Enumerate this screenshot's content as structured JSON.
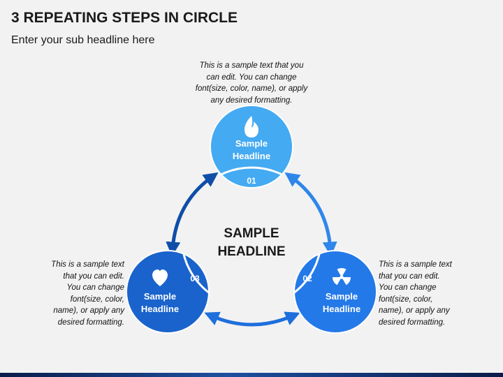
{
  "header": {
    "title": "3 REPEATING STEPS IN CIRCLE",
    "subtitle": "Enter your sub headline here"
  },
  "center": {
    "line1": "SAMPLE",
    "line2": "HEADLINE"
  },
  "colors": {
    "step1": "#44aaf1",
    "step2": "#2479e8",
    "step3": "#1a63cc",
    "arrow_dark": "#0e4ea8",
    "arrow_light": "#2f86ea"
  },
  "steps": [
    {
      "number": "01",
      "label_line1": "Sample",
      "label_line2": "Headline",
      "icon": "flame-icon",
      "description": [
        "This is a sample text that you",
        "can edit. You can change",
        "font(size, color, name), or apply",
        "any desired formatting."
      ]
    },
    {
      "number": "02",
      "label_line1": "Sample",
      "label_line2": "Headline",
      "icon": "radiation-icon",
      "description": [
        "This is a sample text",
        "that you can edit.",
        "You can change",
        "font(size, color,",
        "name), or apply any",
        "desired formatting."
      ]
    },
    {
      "number": "03",
      "label_line1": "Sample",
      "label_line2": "Headline",
      "icon": "heart-icon",
      "description": [
        "This is a sample text",
        "that you can edit.",
        "You can change",
        "font(size, color,",
        "name), or apply any",
        "desired formatting."
      ]
    }
  ]
}
